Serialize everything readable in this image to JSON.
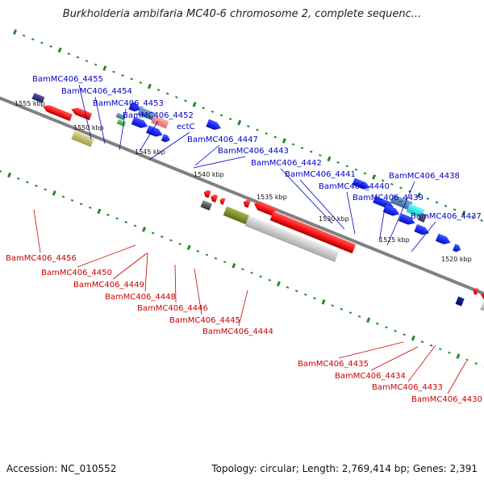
{
  "title": "Burkholderia ambifaria MC40-6 chromosome 2, complete sequenc...",
  "footer": {
    "accession": "Accession: NC_010552",
    "topology": "Topology: circular; Length: 2,769,414 bp; Genes: 2,391"
  },
  "colors": {
    "backbone": "#808080",
    "tick": "#228b22",
    "plus_label": "#0000cc",
    "minus_label": "#cc0000",
    "plus_gene": "#1a2bff",
    "minus_gene": "#ff1a1a"
  },
  "ticks": [
    "1555 kbp",
    "1550 kbp",
    "1545 kbp",
    "1540 kbp",
    "1535 kbp",
    "1530 kbp",
    "1525 kbp",
    "1520 kbp"
  ],
  "plus_labels": [
    "BamMC406_4455",
    "BamMC406_4454",
    "BamMC406_4453",
    "BamMC406_4452",
    "ectC",
    "BamMC406_4447",
    "BamMC406_4443",
    "BamMC406_4442",
    "BamMC406_4441",
    "BamMC406_4440",
    "BamMC406_4439",
    "BamMC406_4438",
    "BamMC406_4437"
  ],
  "minus_labels": [
    "BamMC406_4456",
    "BamMC406_4450",
    "BamMC406_4449",
    "BamMC406_4448",
    "BamMC406_4446",
    "BamMC406_4445",
    "BamMC406_4444",
    "BamMC406_4435",
    "BamMC406_4434",
    "BamMC406_4433",
    "BamMC406_4430"
  ]
}
